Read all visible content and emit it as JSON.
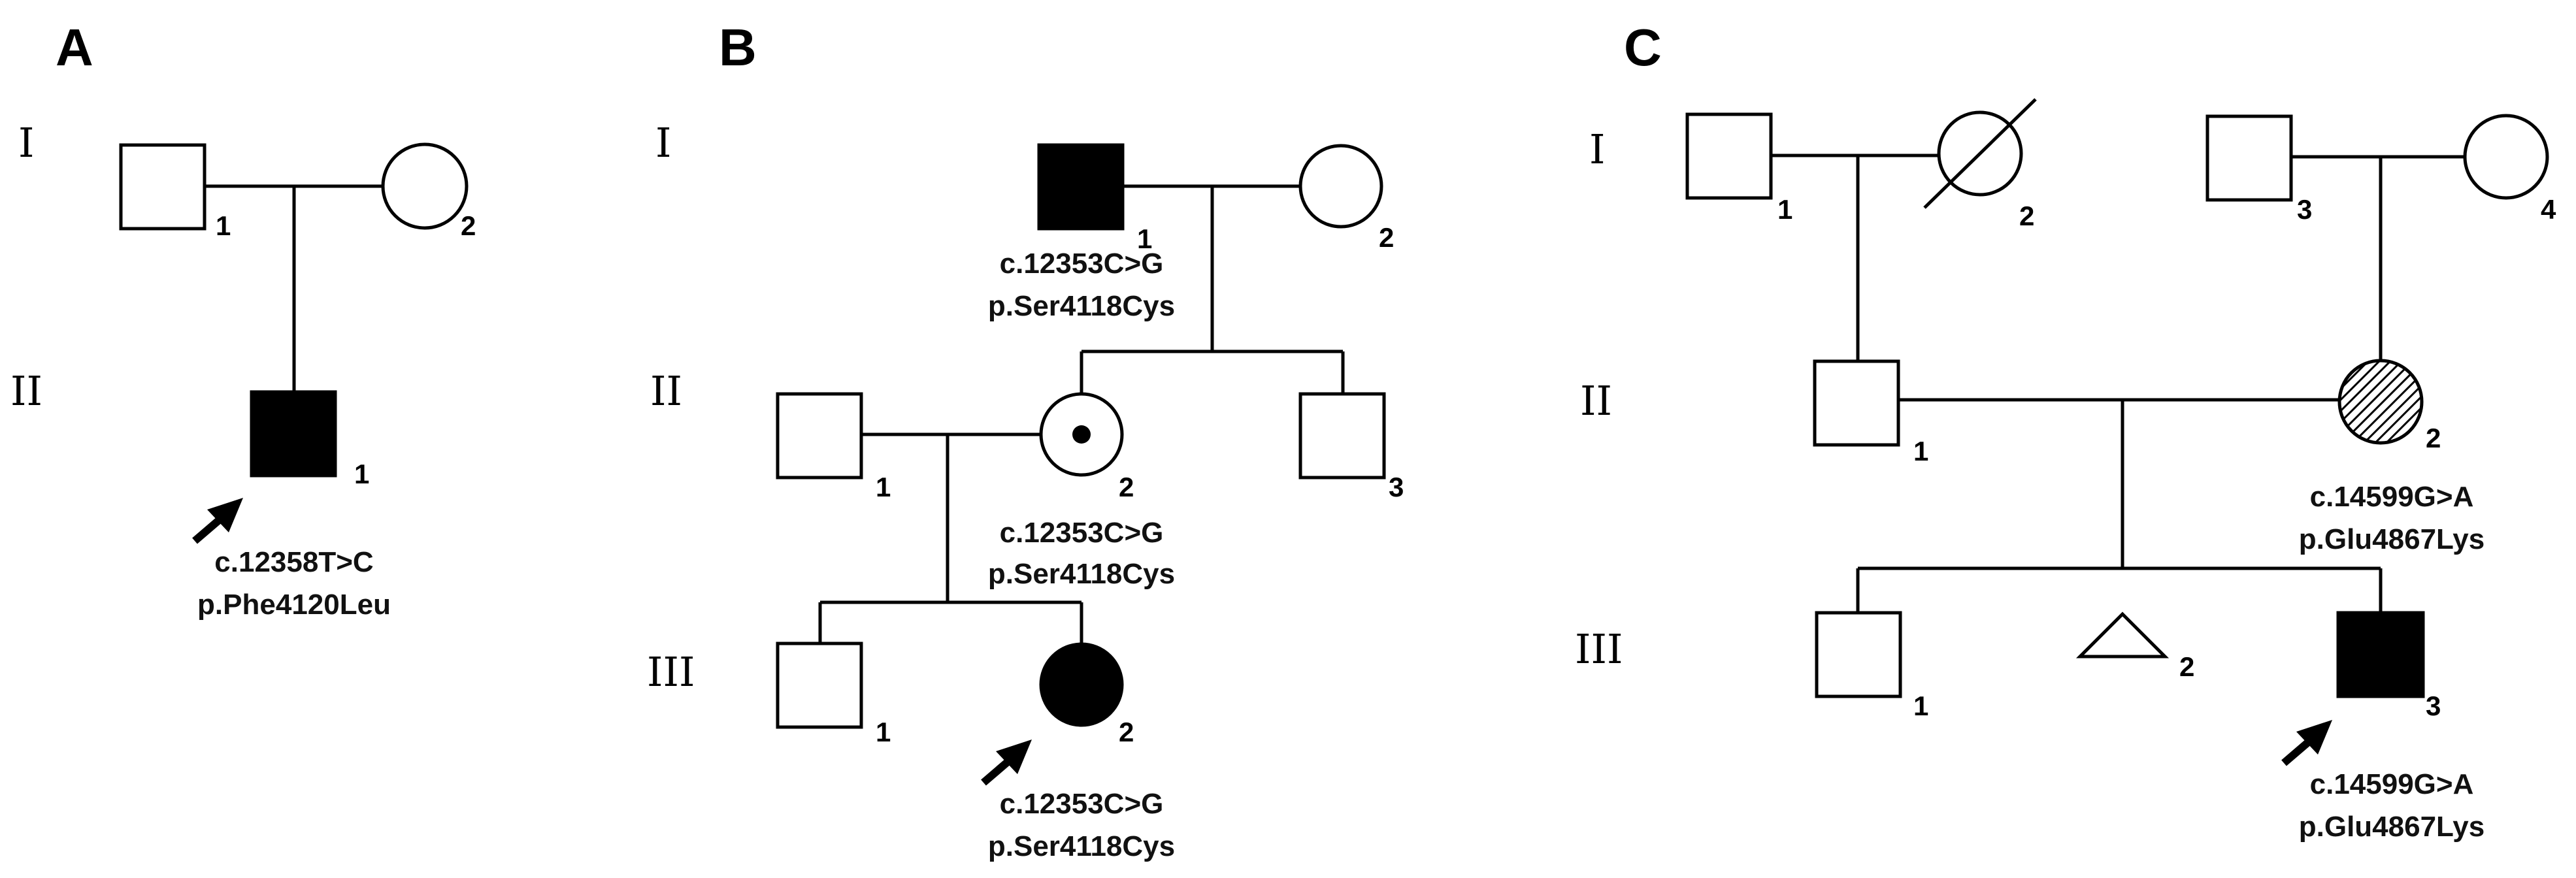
{
  "panels": {
    "a": {
      "letter": "A"
    },
    "b": {
      "letter": "B"
    },
    "c": {
      "letter": "C"
    }
  },
  "generations": {
    "i": "I",
    "ii": "II",
    "iii": "III"
  },
  "pedigree_a": {
    "i1": "1",
    "i2": "2",
    "ii1": "1",
    "proband_variant": {
      "cdna": "c.12358T>C",
      "protein": "p.Phe4120Leu"
    }
  },
  "pedigree_b": {
    "i1": "1",
    "i2": "2",
    "ii1": "1",
    "ii2": "2",
    "ii3": "3",
    "iii1": "1",
    "iii2": "2",
    "i1_variant": {
      "cdna": "c.12353C>G",
      "protein": "p.Ser4118Cys"
    },
    "ii2_variant": {
      "cdna": "c.12353C>G",
      "protein": "p.Ser4118Cys"
    },
    "proband_variant": {
      "cdna": "c.12353C>G",
      "protein": "p.Ser4118Cys"
    }
  },
  "pedigree_c": {
    "i1": "1",
    "i2": "2",
    "i3": "3",
    "i4": "4",
    "ii1": "1",
    "ii2": "2",
    "iii1": "1",
    "iii2": "2",
    "iii3": "3",
    "ii2_variant": {
      "cdna": "c.14599G>A",
      "protein": "p.Glu4867Lys"
    },
    "proband_variant": {
      "cdna": "c.14599G>A",
      "protein": "p.Glu4867Lys"
    }
  },
  "colors": {
    "affected": "#000000",
    "unaffected": "#ffffff",
    "line": "#000000"
  }
}
